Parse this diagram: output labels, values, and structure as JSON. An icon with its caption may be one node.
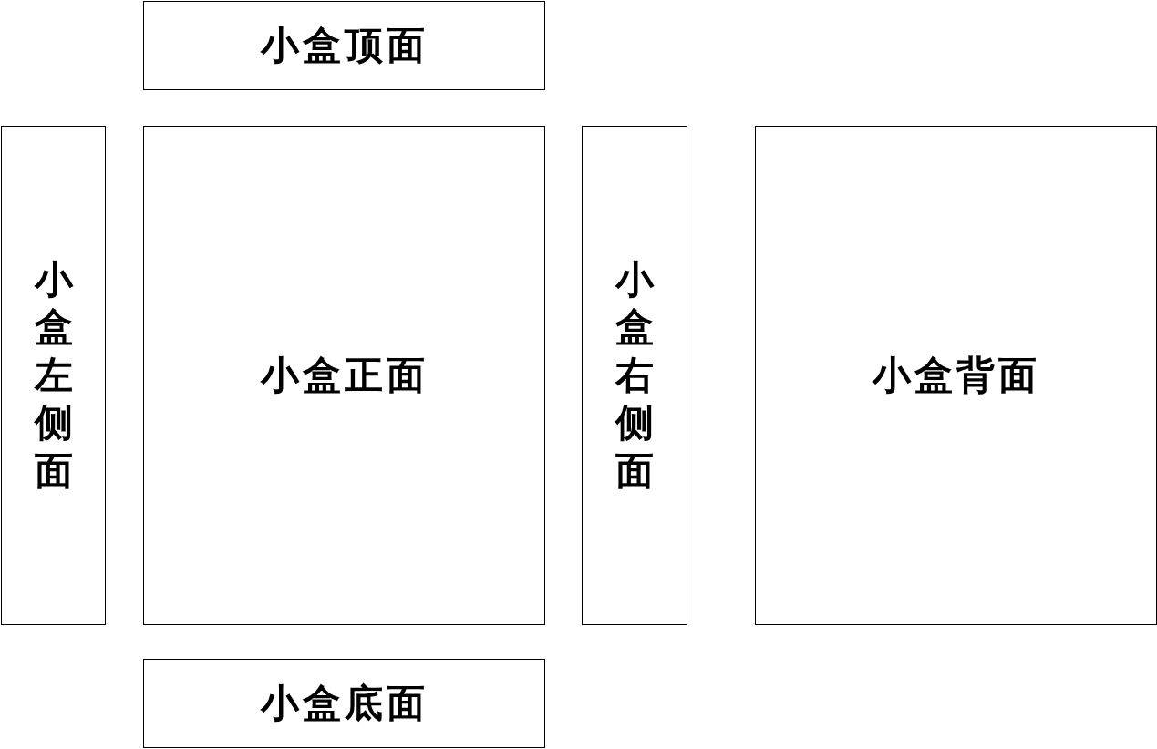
{
  "diagram": {
    "nodes": [
      {
        "text": [
          "小盒顶面"
        ]
      },
      {
        "text": [
          "小盒左侧面"
        ]
      },
      {
        "text": [
          "小盒正面"
        ]
      },
      {
        "text": [
          "小盒右侧面"
        ]
      },
      {
        "text": [
          "小盒背面"
        ]
      },
      {
        "text": [
          "小盒底面"
        ]
      }
    ]
  }
}
